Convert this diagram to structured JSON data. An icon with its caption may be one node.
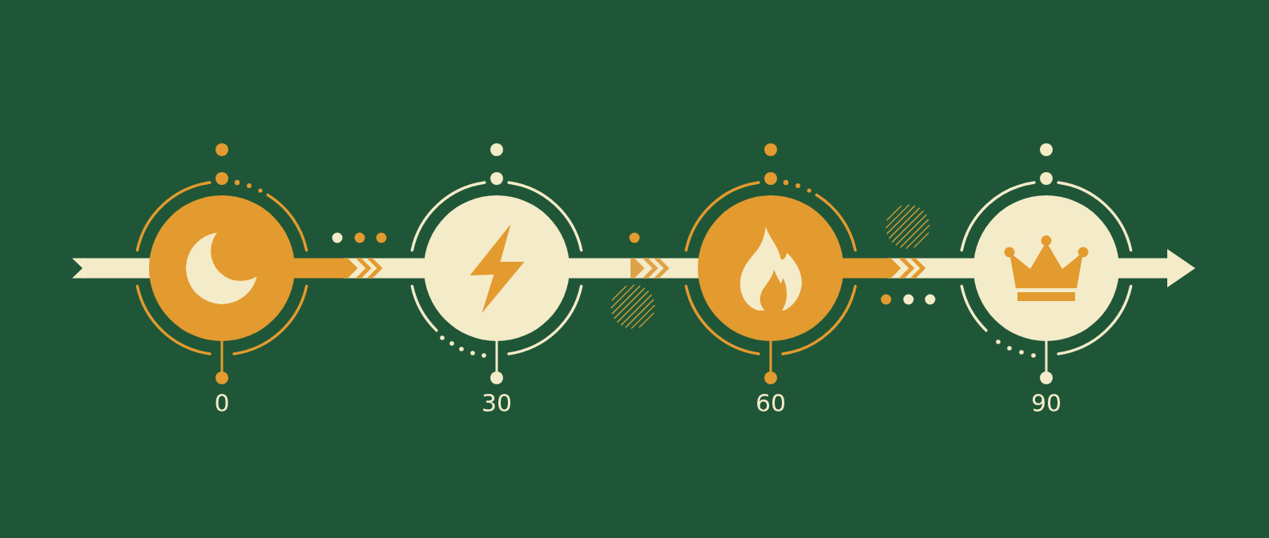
{
  "diagram": {
    "nodes": [
      {
        "text": [],
        "shape": "circle",
        "beside": [
          "0"
        ]
      },
      {
        "text": [],
        "shape": "circle",
        "beside": [
          "30"
        ]
      },
      {
        "text": [],
        "shape": "circle",
        "beside": [
          "60"
        ]
      },
      {
        "text": [],
        "shape": "circle",
        "beside": [
          "90"
        ]
      }
    ],
    "edges": [
      {
        "from": null,
        "to": 0,
        "arrow": "other"
      },
      {
        "from": 0,
        "to": 1,
        "arrow": "to"
      },
      {
        "from": 1,
        "to": 2,
        "arrow": "to"
      },
      {
        "from": 2,
        "to": 3,
        "arrow": "to"
      },
      {
        "from": 3,
        "to": null,
        "arrow": "to"
      }
    ]
  }
}
